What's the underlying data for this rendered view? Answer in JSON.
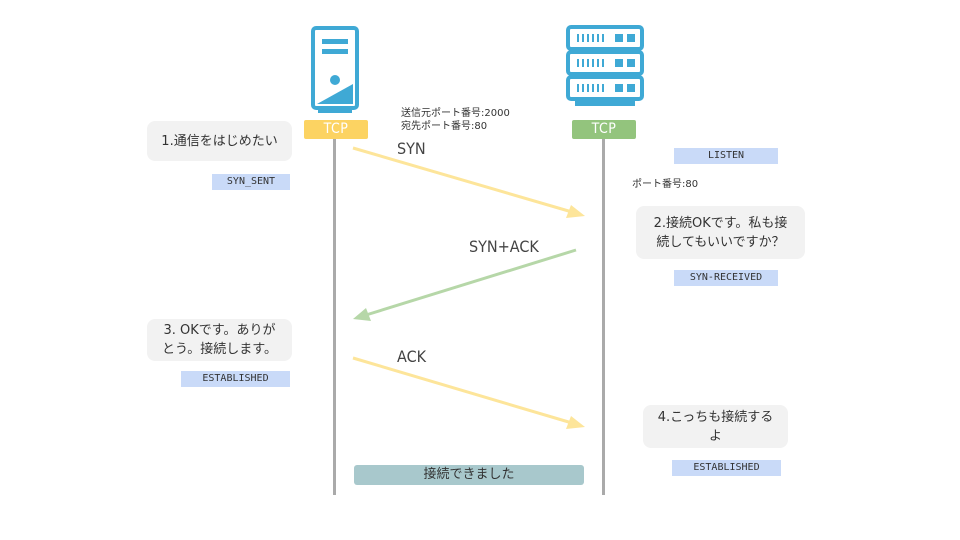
{
  "colors": {
    "client_accent": "#fcd362",
    "server_accent": "#93c47d",
    "icon_blue": "#3fa9d5",
    "syn_arrow": "#fde59a",
    "synack_arrow": "#b6d7a8",
    "ack_arrow": "#fde59a",
    "state_badge": "#c9daf8",
    "banner": "#a8c8cc"
  },
  "client": {
    "icon": "desktop-tower-icon",
    "tag": "TCP",
    "port_note_line1": "送信元ポート番号:2000",
    "port_note_line2": "宛先ポート番号:80"
  },
  "server": {
    "icon": "server-rack-icon",
    "tag": "TCP",
    "initial_state": "LISTEN",
    "port_note": "ポート番号:80"
  },
  "messages": {
    "syn": "SYN",
    "synack": "SYN+ACK",
    "ack": "ACK"
  },
  "steps": {
    "step1": {
      "text": "1.通信をはじめたい",
      "state": "SYN_SENT"
    },
    "step2": {
      "text": "2.接続OKです。私も接\n続してもいいですか？",
      "state": "SYN-RECEIVED"
    },
    "step3": {
      "text": "3. OKです。ありが\nとう。接続します。",
      "state": "ESTABLISHED"
    },
    "step4": {
      "text": "4.こっちも接続する\nよ",
      "state": "ESTABLISHED"
    }
  },
  "banner": "接続できました"
}
